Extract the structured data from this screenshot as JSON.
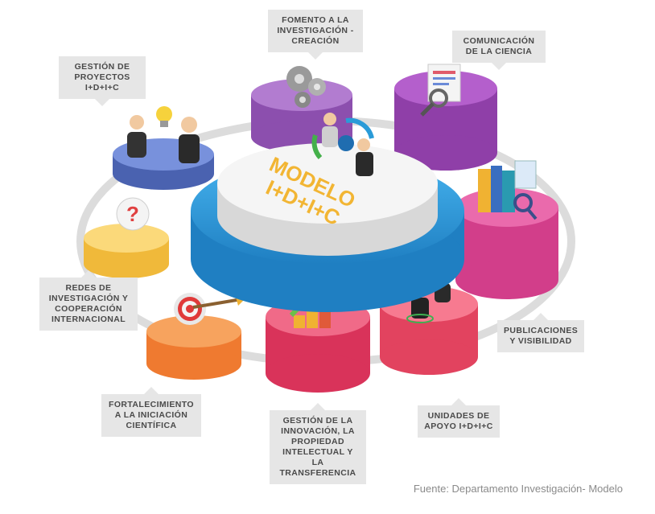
{
  "hub": {
    "line1": "MODELO",
    "line2": "I+D+I+C"
  },
  "labels": {
    "fomento": "FOMENTO A LA\nINVESTIGACIÓN -\nCREACIÓN",
    "comunicacion": "COMUNICACIÓN\nDE LA CIENCIA",
    "gestion_proyectos": "GESTIÓN DE\nPROYECTOS\nI+D+I+C",
    "redes": "REDES DE\nINVESTIGACIÓN Y\nCOOPERACIÓN\nINTERNACIONAL",
    "publicaciones": "PUBLICACIONES\nY VISIBILIDAD",
    "fortalecimiento": "FORTALECIMIENTO\nA LA INICIACIÓN\nCIENTÍFICA",
    "gestion_innovacion": "GESTIÓN DE LA\nINNOVACIÓN, LA\nPROPIEDAD\nINTELECTUAL Y LA\nTRANSFERENCIA",
    "unidades": "UNIDADES DE\nAPOYO I+D+I+C"
  },
  "source": "Fuente: Departamento Investigación- Modelo",
  "colors": {
    "hub_blue": "#2f9bdc",
    "hub_top": "#f4f4f4",
    "hub_text": "#f2b533",
    "purple": "#9b5bb8",
    "magenta": "#d24a97",
    "rose": "#e85a7a",
    "red": "#e8506b",
    "orange": "#f18a42",
    "yellow": "#f7cf5a",
    "blue": "#5a78c8",
    "ring": "#d9d9d9"
  },
  "icons": [
    "gears-icon",
    "document-magnifier-icon",
    "books-icon",
    "team-icon",
    "growth-chart-icon",
    "target-arrow-icon",
    "question-bubble-icon",
    "lightbulb-icon",
    "people-icon",
    "cycle-arrows-icon"
  ]
}
